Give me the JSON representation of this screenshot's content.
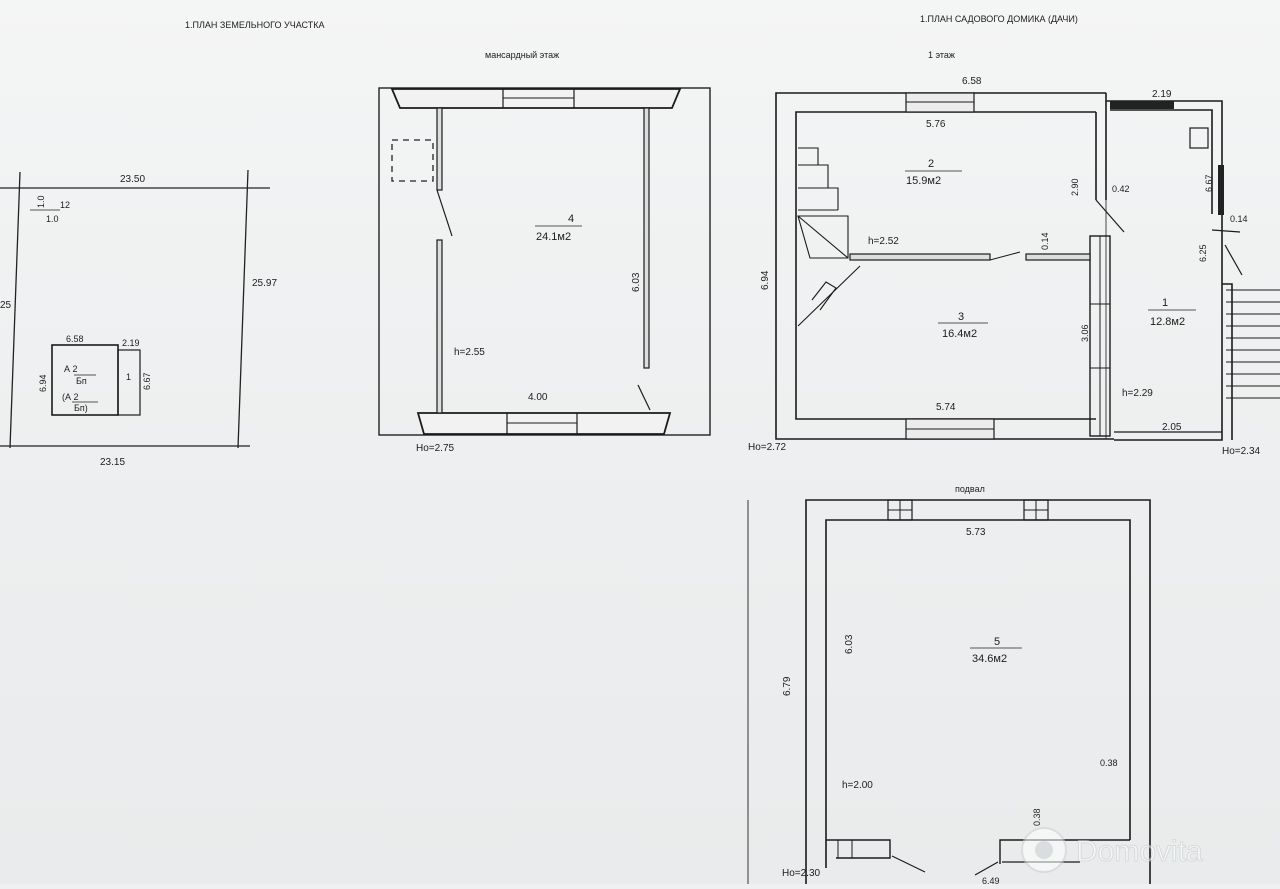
{
  "titles": {
    "land_plan": "1.ПЛАН ЗЕМЕЛЬНОГО УЧАСТКА",
    "house_plan": "1.ПЛАН САДОВОГО ДОМИКА (ДАЧИ)",
    "attic": "мансардный этаж",
    "floor1": "1 этаж",
    "basement": "подвал"
  },
  "land": {
    "top": "23.50",
    "bottom": "23.15",
    "right": "25.97",
    "left": "25",
    "corner_a": "1.0",
    "corner_b": "1.0",
    "corner_c": "12",
    "house_w": "6.58",
    "annex_w": "2.19",
    "house_h": "6.94",
    "annex_h": "6.67",
    "house_label_1": "А 2",
    "house_label_1b": "Бп",
    "house_label_2": "(А 2",
    "house_label_2b": "Бп)",
    "annex_label": "1"
  },
  "attic": {
    "room_num": "4",
    "room_area": "24.1м2",
    "height": "h=2.55",
    "depth": "6.03",
    "width": "4.00",
    "ground": "Но=2.75"
  },
  "floor1": {
    "top_total": "6.58",
    "inner_top": "5.76",
    "room2_num": "2",
    "room2_area": "15.9м2",
    "room2_h": "2.90",
    "door_a": "0.42",
    "stair_h": "h=2.52",
    "wall_0_14": "0.14",
    "room3_num": "3",
    "room3_area": "16.4м2",
    "room3_h": "3.06",
    "bottom": "5.74",
    "left_total": "6.94",
    "annex_w": "2.19",
    "annex_h": "6.67",
    "annex_door": "0.14",
    "annex_inner_h": "6.25",
    "room1_num": "1",
    "room1_area": "12.8м2",
    "annex_height": "h=2.29",
    "annex_bottom": "2.05",
    "ground_left": "Но=2.72",
    "ground_right": "Но=2.34"
  },
  "basement": {
    "width": "5.73",
    "room_num": "5",
    "room_area": "34.6м2",
    "inner_h": "6.03",
    "total_h": "6.79",
    "height": "h=2.00",
    "wall": "0.38",
    "stair": "0.38",
    "ground": "Но=2.30",
    "bottom": "6.49"
  },
  "watermark": "Domovita"
}
